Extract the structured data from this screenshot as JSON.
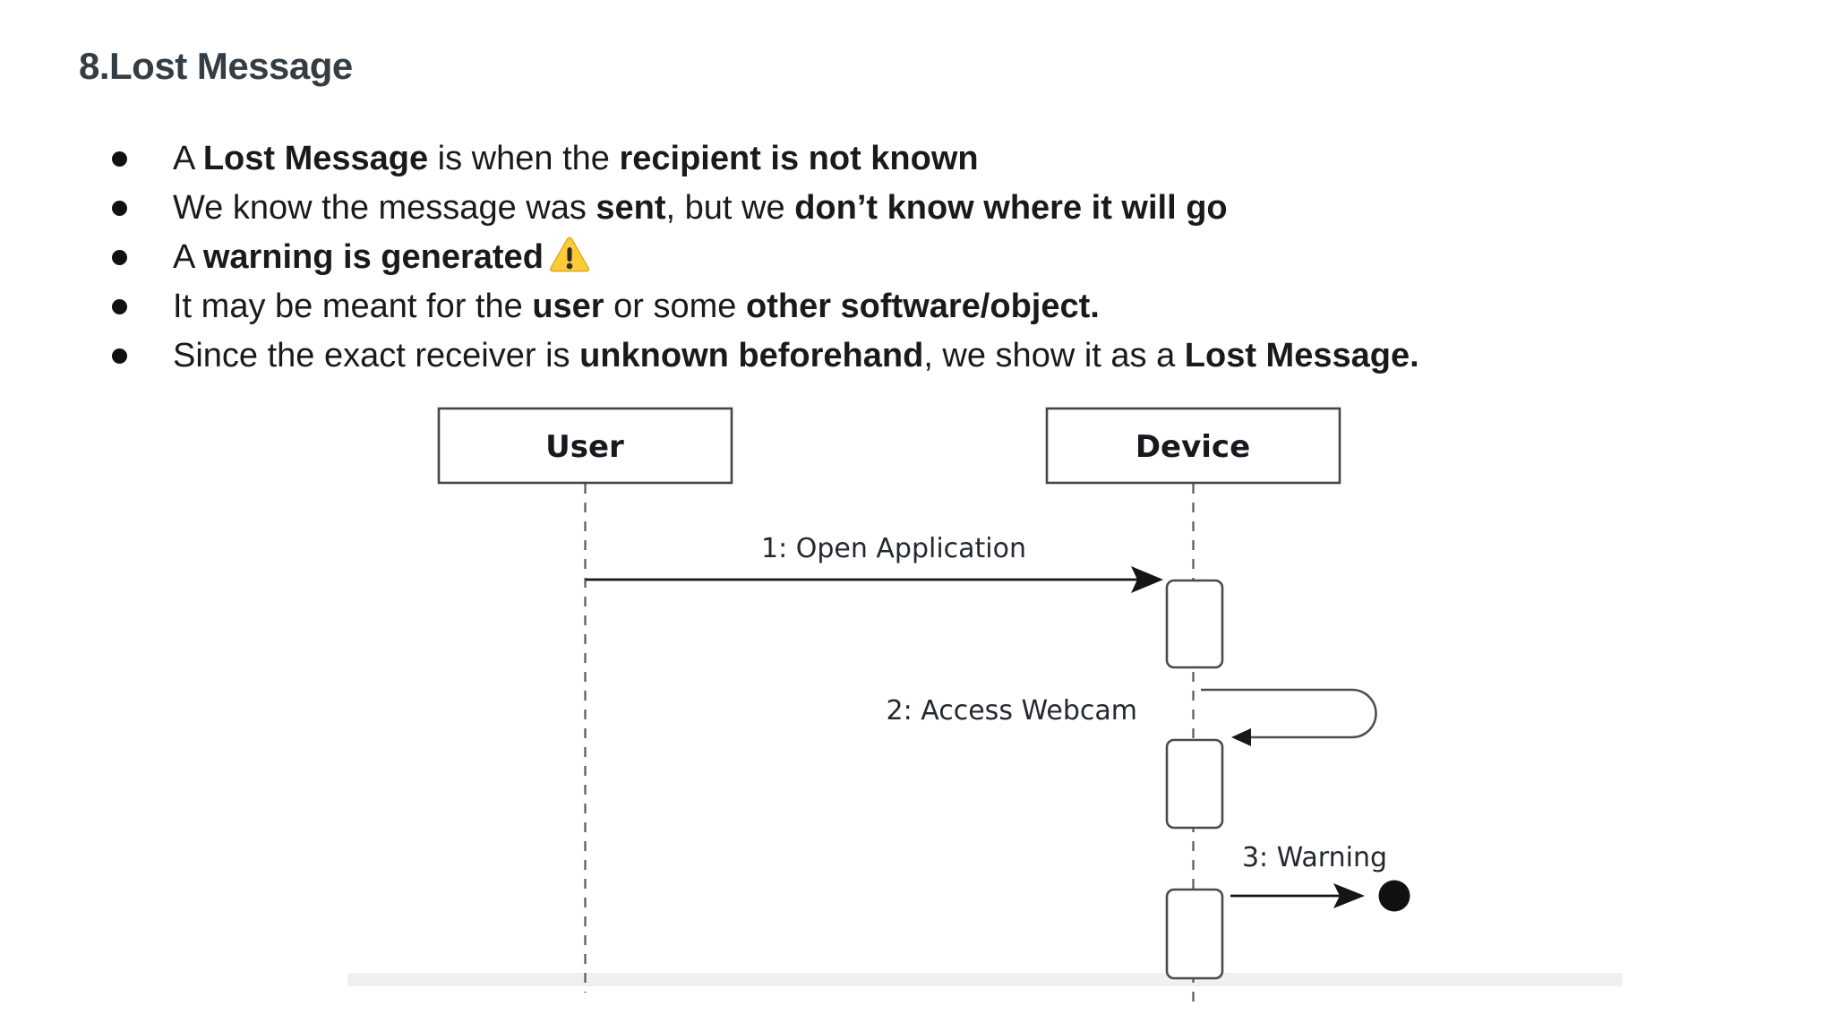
{
  "header": {
    "title": "8.Lost Message"
  },
  "bullets": [
    {
      "segments": [
        {
          "text": "A ",
          "bold": false
        },
        {
          "text": "Lost Message",
          "bold": true
        },
        {
          "text": " is when the ",
          "bold": false
        },
        {
          "text": "recipient is not known",
          "bold": true
        }
      ]
    },
    {
      "segments": [
        {
          "text": "We know the message was ",
          "bold": false
        },
        {
          "text": "sent",
          "bold": true
        },
        {
          "text": ", but we ",
          "bold": false
        },
        {
          "text": "don’t know where it will go",
          "bold": true
        }
      ]
    },
    {
      "segments": [
        {
          "text": "A ",
          "bold": false
        },
        {
          "text": "warning is generated",
          "bold": true
        },
        {
          "emoji": "warning-emoji"
        }
      ]
    },
    {
      "segments": [
        {
          "text": "It may be meant for the ",
          "bold": false
        },
        {
          "text": "user",
          "bold": true
        },
        {
          "text": " or some ",
          "bold": false
        },
        {
          "text": "other software/object.",
          "bold": true
        }
      ]
    },
    {
      "segments": [
        {
          "text": "Since the exact receiver is ",
          "bold": false
        },
        {
          "text": "unknown beforehand",
          "bold": true
        },
        {
          "text": ", we show it as a ",
          "bold": false
        },
        {
          "text": "Lost Message.",
          "bold": true
        }
      ]
    }
  ],
  "diagram": {
    "lifelines": [
      {
        "name": "User"
      },
      {
        "name": "Device"
      }
    ],
    "messages": [
      {
        "label": "1: Open Application",
        "type": "sync-message"
      },
      {
        "label": "2: Access Webcam",
        "type": "self-message"
      },
      {
        "label": "3: Warning",
        "type": "lost-message"
      }
    ]
  },
  "colors": {
    "heading": "#343d44",
    "body": "#1a1a1a",
    "background": "#ffffff",
    "stroke": "#4a4a4a",
    "arrow": "#151515",
    "dtext": "#23292e",
    "emoji_yellow": "#fdcb35"
  }
}
